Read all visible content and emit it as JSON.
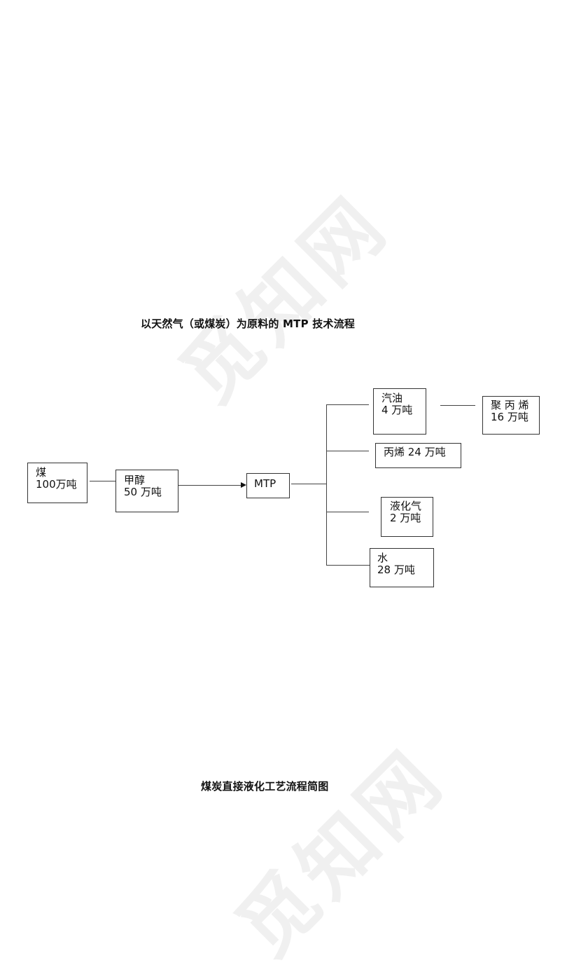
{
  "watermark": {
    "text": "觅知网",
    "color": "#f0f0f0"
  },
  "diagram1": {
    "title": "以天然气（或煤炭）为原料的 MTP 技术流程",
    "nodes": {
      "coal": {
        "line1": "煤",
        "line2": "100万吨"
      },
      "methanol": {
        "line1": "甲醇",
        "line2": "50 万吨"
      },
      "mtp": {
        "line1": "MTP"
      },
      "gasoline": {
        "line1": "汽油",
        "line2": "4 万吨"
      },
      "polypropylene": {
        "line1": "聚 丙 烯",
        "line2": "16 万吨"
      },
      "propylene": {
        "line1": "丙烯 24 万吨"
      },
      "lpg": {
        "line1": "液化气",
        "line2": "2 万吨"
      },
      "water": {
        "line1": "水",
        "line2": "28 万吨"
      }
    },
    "edges": [
      {
        "from": "coal",
        "to": "methanol",
        "arrow": true
      },
      {
        "from": "methanol",
        "to": "mtp",
        "arrow": true
      },
      {
        "from": "mtp",
        "to": "gasoline",
        "arrow": false
      },
      {
        "from": "mtp",
        "to": "propylene",
        "arrow": false
      },
      {
        "from": "mtp",
        "to": "lpg",
        "arrow": false
      },
      {
        "from": "mtp",
        "to": "water",
        "arrow": false
      },
      {
        "from": "gasoline",
        "to": "polypropylene",
        "arrow": false
      }
    ]
  },
  "diagram2": {
    "title": "煤炭直接液化工艺流程简图"
  }
}
